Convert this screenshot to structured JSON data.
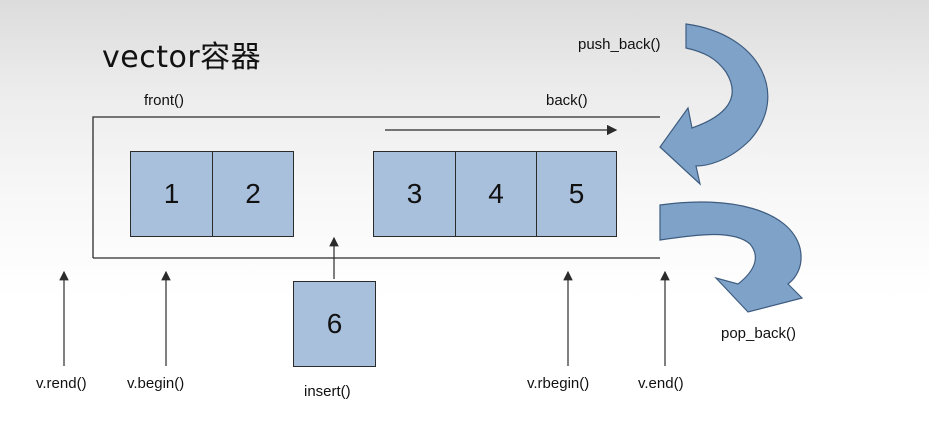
{
  "title": "vector容器",
  "labels": {
    "front": "front()",
    "back": "back()",
    "push_back": "push_back()",
    "pop_back": "pop_back()",
    "insert": "insert()",
    "rend": "v.rend()",
    "begin": "v.begin()",
    "rbegin": "v.rbegin()",
    "end": "v.end()"
  },
  "cells": {
    "first_group": [
      "1",
      "2"
    ],
    "second_group": [
      "3",
      "4",
      "5"
    ],
    "insert_value": "6"
  },
  "colors": {
    "cell_fill": "#a8c0dc",
    "arrow_fill": "#7fa3c8",
    "line": "#2b2b2b"
  }
}
